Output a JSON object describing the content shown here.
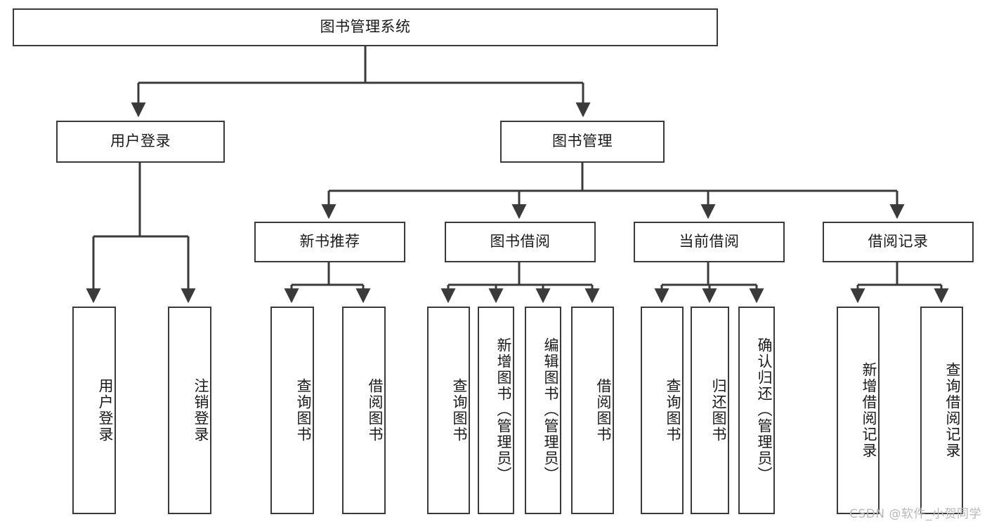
{
  "diagram": {
    "title": "图书管理系统",
    "watermark": "CSDN @软件_小贺同学",
    "line_color": "#3a3a3a",
    "background_color": "#ffffff",
    "text_color": "#1a1a1a",
    "nodes": {
      "root": "图书管理系统",
      "level1": [
        "用户登录",
        "图书管理"
      ],
      "level2": [
        "新书推荐",
        "图书借阅",
        "当前借阅",
        "借阅记录"
      ],
      "leaves": {
        "user_login": [
          "用户登录",
          "注销登录"
        ],
        "new_book_recommend": [
          "查询图书",
          "借阅图书"
        ],
        "book_borrow": [
          "查询图书",
          "新增图书（管理员）",
          "编辑图书（管理员）",
          "借阅图书"
        ],
        "current_borrow": [
          "查询图书",
          "归还图书",
          "确认归还（管理员）"
        ],
        "borrow_record": [
          "新增借阅记录",
          "查询借阅记录"
        ]
      }
    }
  }
}
